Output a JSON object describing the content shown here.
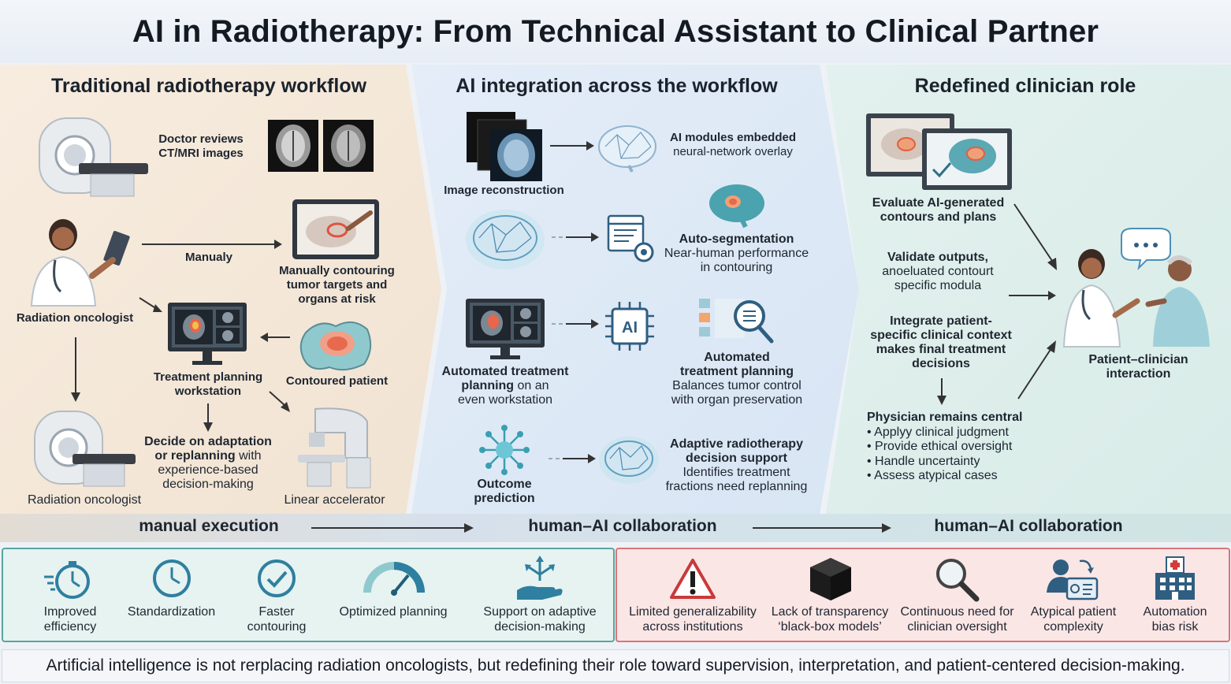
{
  "title": "AI in Radiotherapy: From Technical Assistant to Clinical Partner",
  "panel1": {
    "heading": "Traditional radiotherapy workflow",
    "doctor_reviews": [
      "Doctor reviews",
      "CT/MRI images"
    ],
    "manually": "Manualy",
    "contouring": [
      "Manually contouring",
      "tumor targets and",
      "organs at risk"
    ],
    "oncologist_top": "Radiation oncologist",
    "workstation": [
      "Treatment planning",
      "workstation"
    ],
    "contoured_patient": "Contoured patient",
    "decide": [
      "Decide on adaptation",
      "or replanning",
      " with",
      "experience-based",
      "decision-making"
    ],
    "oncologist_bottom": "Radiation oncologist",
    "linac": "Linear accelerator"
  },
  "panel2": {
    "heading": "AI integration across the workflow",
    "image_recon": "Image reconstruction",
    "ai_modules": [
      "AI modules embedded",
      "neural-network overlay"
    ],
    "autoseg": [
      "Auto-segmentation",
      "Near-human performance",
      "in contouring"
    ],
    "auto_plan_left": [
      "Automated treatment",
      "planning",
      " on an",
      "even workstation"
    ],
    "ai_chip": "AI",
    "auto_plan_right": [
      "Automated",
      "treatment planning",
      "Balances tumor control",
      "with organ preservation"
    ],
    "outcome": [
      "Outcome",
      "prediction"
    ],
    "adaptive": [
      "Adaptive radiotherapy",
      "decision support",
      "Identifies treatment",
      "fractions need replanning"
    ]
  },
  "panel3": {
    "heading": "Redefined clinician role",
    "evaluate": [
      "Evaluate AI-generated",
      "contours and plans"
    ],
    "validate": [
      "Validate outputs,",
      "anoeluated contourt",
      "specific modula"
    ],
    "integrate": [
      "Integrate patient-",
      "specific clinical context",
      "makes final treatment",
      "decisions"
    ],
    "central_title": "Physician remains central",
    "central_items": [
      "Applyy clinical judgment",
      "Provide ethical oversight",
      "Handle uncertainty",
      "Assess atypical cases"
    ],
    "interaction": [
      "Patient–clinician",
      "interaction"
    ]
  },
  "strip": {
    "left": "manual execution",
    "mid": "human–AI collaboration",
    "right": "human–AI collaboration"
  },
  "benefits": [
    {
      "icon": "stopwatch-icon",
      "lines": [
        "Improved",
        "efficiency"
      ]
    },
    {
      "icon": "clock-icon",
      "lines": [
        "Standardization"
      ]
    },
    {
      "icon": "check-circle-icon",
      "lines": [
        "Faster",
        "contouring"
      ]
    },
    {
      "icon": "gauge-icon",
      "lines": [
        "Optimized planning"
      ]
    },
    {
      "icon": "hand-arrows-icon",
      "lines": [
        "Support on adaptive",
        "decision-making"
      ]
    }
  ],
  "limitations": [
    {
      "icon": "warning-icon",
      "lines": [
        "Limited generalizability",
        "across institutions"
      ]
    },
    {
      "icon": "black-box-icon",
      "lines": [
        "Lack of transparency",
        "‘black-box models’"
      ]
    },
    {
      "icon": "magnifier-icon",
      "lines": [
        "Continuous need for",
        "clinician oversight"
      ]
    },
    {
      "icon": "patient-card-icon",
      "lines": [
        "Atypical patient",
        "complexity"
      ]
    },
    {
      "icon": "hospital-icon",
      "lines": [
        "Automation",
        "bias risk"
      ]
    }
  ],
  "footer": "Artificial intelligence is not rerplacing radiation oncologists, but redefining their role toward supervision, interpretation, and patient-centered decision-making.",
  "colors": {
    "benefit_border": "#5aa4a0",
    "limitation_border": "#d9757a",
    "accent_teal": "#3b9fb2"
  }
}
